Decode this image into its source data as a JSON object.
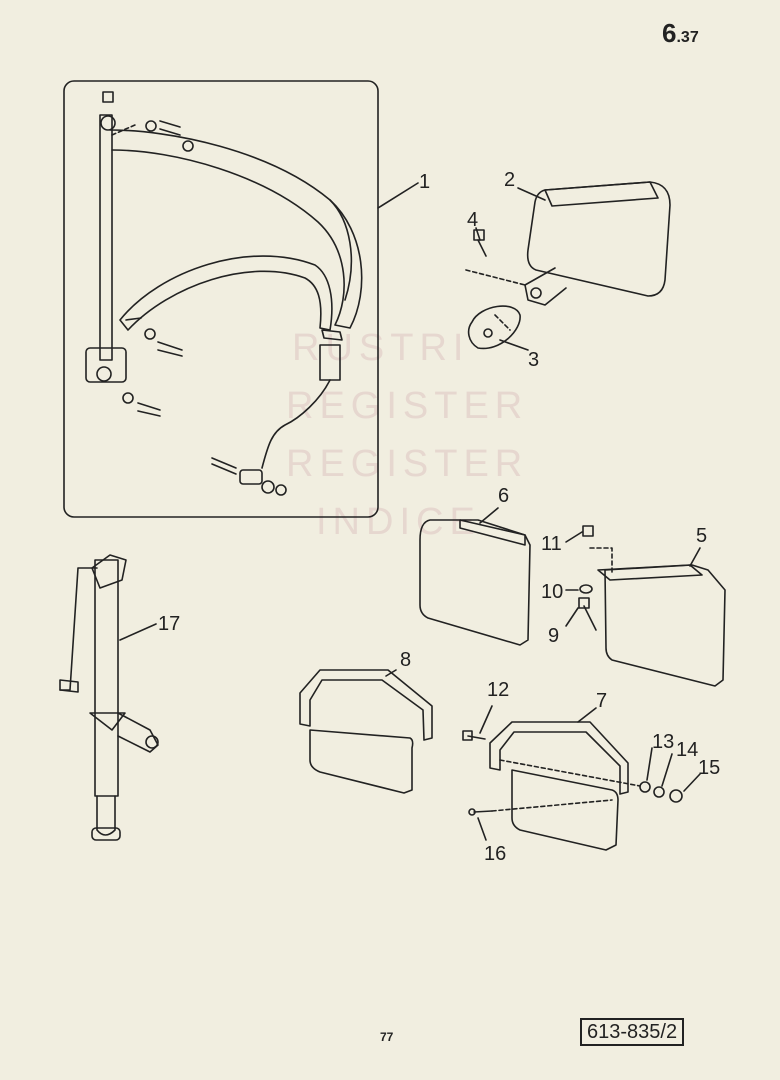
{
  "page_code": {
    "main": "6",
    "sub": ".37"
  },
  "watermark": [
    "RUSTRI",
    "REGISTER",
    "REGISTER",
    "INDICE"
  ],
  "callouts": [
    "1",
    "2",
    "3",
    "4",
    "5",
    "6",
    "7",
    "8",
    "9",
    "10",
    "11",
    "12",
    "13",
    "14",
    "15",
    "16",
    "17"
  ],
  "drawing_ref": "613-835/2",
  "page_number": "77"
}
